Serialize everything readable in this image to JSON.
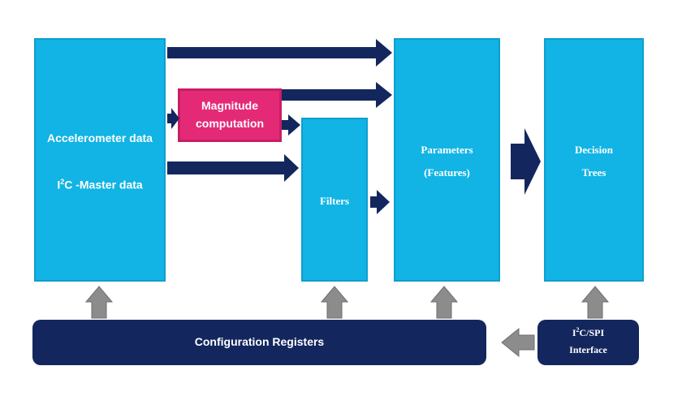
{
  "blocks": {
    "sensor": {
      "line1": "Accelerometer data",
      "line2_pre": "I",
      "line2_sup": "2",
      "line2_post": "C -Master data"
    },
    "magnitude": {
      "line1": "Magnitude",
      "line2": "computation"
    },
    "filters": {
      "label": "Filters"
    },
    "parameters": {
      "line1": "Parameters",
      "line2": "(Features)"
    },
    "decision": {
      "line1": "Decision",
      "line2": "Trees"
    },
    "config": {
      "label": "Configuration Registers"
    },
    "interface": {
      "line1_pre": "I",
      "line1_sup": "2",
      "line1_post": "C/SPI",
      "line2": "Interface"
    }
  },
  "colors": {
    "block_fill": "#11b4e4",
    "magnitude_fill": "#e42a77",
    "navy": "#13275e",
    "gray_arrow": "#8c8c8c"
  }
}
